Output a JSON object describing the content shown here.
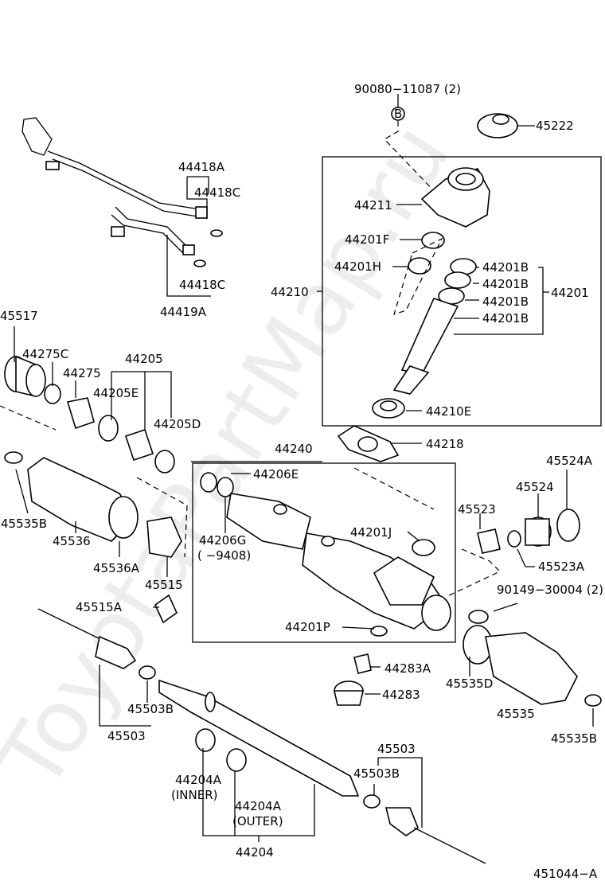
{
  "watermark": "ToyotaPartMap.ru",
  "labels": {
    "l_90080": "90080−11087 (2)",
    "l_B_top": "B",
    "l_45222": "45222",
    "l_44418A": "44418A",
    "l_44418C_1": "44418C",
    "l_44418C_2": "44418C",
    "l_44419A": "44419A",
    "l_44211": "44211",
    "l_44201F": "44201F",
    "l_44201H": "44201H",
    "l_44201B_1": "44201B",
    "l_44201B_2": "44201B",
    "l_44201B_3": "44201B",
    "l_44201B_4": "44201B",
    "l_44201": "44201",
    "l_44210": "44210",
    "l_44210E": "44210E",
    "l_45517": "45517",
    "l_44275C": "44275C",
    "l_44275": "44275",
    "l_44205": "44205",
    "l_44205E": "44205E",
    "l_44205D": "44205D",
    "l_44218": "44218",
    "l_44240": "44240",
    "l_44206E": "44206E",
    "l_44206G": "44206G",
    "l_44206G_note": "(      −9408)",
    "l_44201J": "44201J",
    "l_44201P": "44201P",
    "l_45524A": "45524A",
    "l_45524": "45524",
    "l_45523": "45523",
    "l_45523A": "45523A",
    "l_90149": "90149−30004 (2)",
    "l_45535B_left": "45535B",
    "l_45536": "45536",
    "l_45536A": "45536A",
    "l_45515": "45515",
    "l_45515A": "45515A",
    "l_44283A": "44283A",
    "l_44283": "44283",
    "l_45535D": "45535D",
    "l_45535": "45535",
    "l_45535B_right": "45535B",
    "l_45503B_left": "45503B",
    "l_45503_left": "45503",
    "l_45503_right": "45503",
    "l_45503B_right": "45503B",
    "l_44204A_inner": "44204A",
    "l_44204A_inner_note": "(INNER)",
    "l_44204A_outer": "44204A",
    "l_44204A_outer_note": "(OUTER)",
    "l_44204": "44204",
    "l_ref": "451044−A"
  }
}
